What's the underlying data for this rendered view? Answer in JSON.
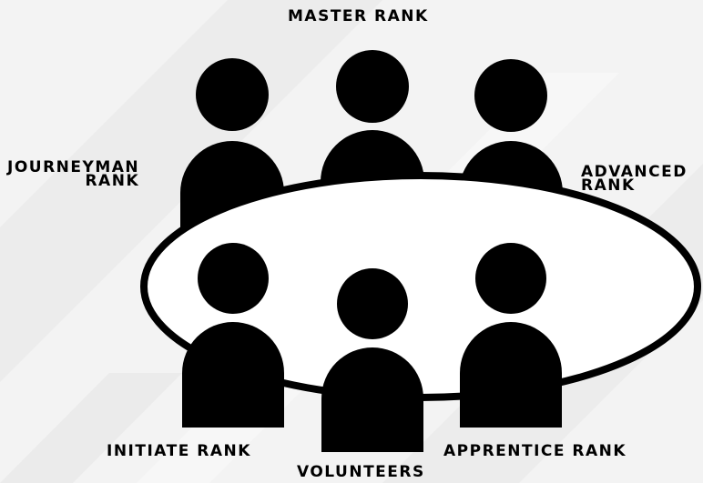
{
  "labels": {
    "master": "MASTER RANK",
    "journeyman_line1": "JOURNEYMAN",
    "journeyman_line2": "RANK",
    "advanced_line1": "ADVANCED",
    "advanced_line2": "RANK",
    "initiate": "INITIATE RANK",
    "apprentice": "APPRENTICE RANK",
    "volunteers": "VOLUNTEERS"
  },
  "colors": {
    "background": "#f3f3f3",
    "figure": "#000000",
    "table_fill": "#ffffff"
  },
  "icons": [
    "person-icon"
  ]
}
